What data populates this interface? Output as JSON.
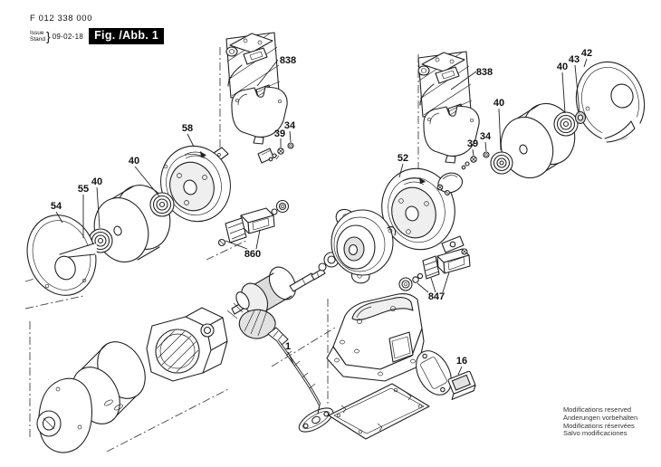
{
  "header": {
    "document_number": "F 012 338 000",
    "issue_label_top": "Issue",
    "issue_label_bottom": "Stand",
    "issue_brace": "}",
    "issue_date": "09-02-18",
    "figure_label": "Fig. /Abb. 1"
  },
  "callouts": [
    "838",
    "34",
    "39",
    "58",
    "40",
    "55",
    "40",
    "54",
    "860",
    "1",
    "838",
    "40",
    "34",
    "39",
    "52",
    "42",
    "43",
    "40",
    "847",
    "16"
  ],
  "footer": {
    "lines": [
      "Modifications reserved",
      "Änderungen vorbehalten",
      "Modifications réservées",
      "Salvo modificaciones"
    ]
  }
}
